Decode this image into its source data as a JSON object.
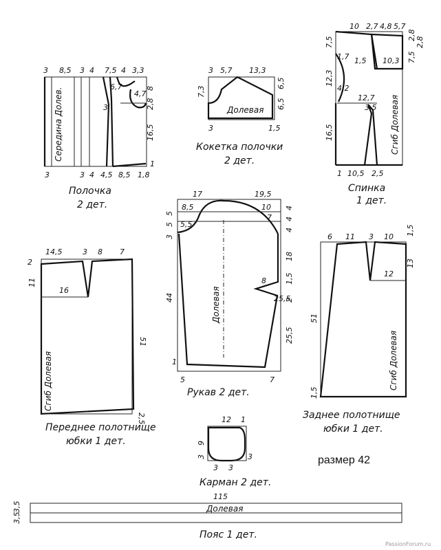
{
  "size_note": "размер 42",
  "watermark": "PassionForum.ru",
  "polochka": {
    "caption_1": "Полочка",
    "caption_2": "2 дет.",
    "grain": "Середина Долев.",
    "top_dims": [
      "3",
      "8,5",
      "3",
      "4",
      "7,5",
      "4",
      "3,3"
    ],
    "bottom_dims": [
      "3",
      "3",
      "4",
      "4,5",
      "8,5",
      "1,8"
    ],
    "inner_dims": [
      "6,7",
      "4,7",
      "3"
    ],
    "right_dims": [
      "8",
      "2,8",
      "16,5",
      "1"
    ]
  },
  "koketka": {
    "caption_1": "Кокетка полочки",
    "caption_2": "2 дет.",
    "grain": "Долевая",
    "top_dims": [
      "3",
      "5,7",
      "13,3"
    ],
    "left_dim": "7,3",
    "right_dims": [
      "6,5",
      "6,5"
    ],
    "bottom_dims": [
      "3",
      "1,5"
    ]
  },
  "spinka": {
    "caption_1": "Спинка",
    "caption_2": "1 дет.",
    "grain": "Сгиб Долевая",
    "top_dims": [
      "10",
      "2,7",
      "4,8",
      "5,7"
    ],
    "right_dims": [
      "2,8",
      "7,5",
      "2,8"
    ],
    "inner_dims": [
      "1,7",
      "1,5",
      "10,3",
      "4,2",
      "12,7",
      "3,5"
    ],
    "left_dims": [
      "7,5",
      "12,3",
      "16,5"
    ],
    "bottom_dims": [
      "1",
      "10,5",
      "2,5"
    ]
  },
  "rukav": {
    "caption": "Рукав 2 дет.",
    "grain": "Долевая",
    "top_dims": [
      "17",
      "19,5"
    ],
    "inner_dims": [
      "8,5",
      "10",
      "5,5",
      "7",
      "8"
    ],
    "left_dims": [
      "3",
      "5",
      "5",
      "44"
    ],
    "right_dims": [
      "4",
      "4",
      "4",
      "18",
      "1,5",
      "25,5",
      "2",
      "25,5"
    ],
    "bottom_dims": [
      "1",
      "5",
      "7"
    ]
  },
  "front_skirt": {
    "caption_1": "Переднее полотнище",
    "caption_2": "юбки 1 дет.",
    "grain": "Сгиб Долевая",
    "top_dims": [
      "14,5",
      "3",
      "8",
      "7"
    ],
    "left_dims": [
      "2",
      "11"
    ],
    "inner_dim": "16",
    "right_dims": [
      "51",
      "2,5"
    ]
  },
  "back_skirt": {
    "caption_1": "Заднее полотнище",
    "caption_2": "юбки 1 дет.",
    "grain": "Сгиб Долевая",
    "top_dims": [
      "6",
      "11",
      "3",
      "10"
    ],
    "right_dims": [
      "1,5",
      "13"
    ],
    "inner_dim": "12",
    "left_dims": [
      "51",
      "1,5"
    ]
  },
  "karman": {
    "caption": "Карман 2 дет.",
    "top_dims": [
      "12",
      "1"
    ],
    "left_dims": [
      "9",
      "3"
    ],
    "bottom_dims": [
      "3",
      "3",
      "3"
    ]
  },
  "poyas": {
    "caption": "Пояс 1 дет.",
    "grain": "Долевая",
    "length": "115",
    "left_dims": [
      "3,5",
      "3,5"
    ]
  }
}
